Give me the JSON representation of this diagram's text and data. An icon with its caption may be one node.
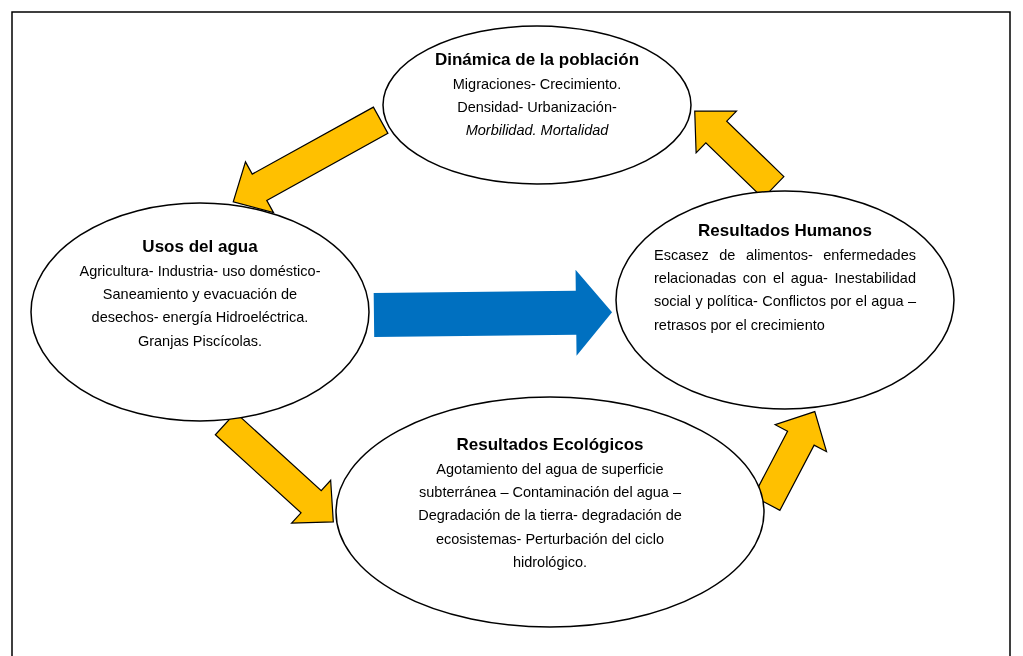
{
  "diagram": {
    "nodes": [
      {
        "text": [
          "Dinámica de la población",
          "Migraciones- Crecimiento. Densidad- Urbanización- *Morbilidad. Mortalidad*"
        ]
      },
      {
        "text": [
          "Usos del agua",
          "Agricultura- Industria- uso doméstico- Saneamiento y evacuación de desechos- energía Hidroeléctrica. Granjas Piscícolas."
        ]
      },
      {
        "text": [
          "Resultados Humanos",
          "Escasez de alimentos- enfermedades relacionadas con el agua- Inestabilidad social y política- Conflictos por el agua –retrasos por el crecimiento"
        ]
      },
      {
        "text": [
          "Resultados Ecológicos",
          "Agotamiento del agua de superficie subterránea – Contaminación del agua – Degradación de la tierra- degradación de ecosistemas- Perturbación del ciclo hidrológico."
        ]
      }
    ],
    "edges": [
      {
        "from": 0,
        "to": 1,
        "arrow": "to"
      },
      {
        "from": 1,
        "to": 3,
        "arrow": "to"
      },
      {
        "from": 3,
        "to": 2,
        "arrow": "to"
      },
      {
        "from": 2,
        "to": 0,
        "arrow": "to"
      },
      {
        "from": 1,
        "to": 2,
        "arrow": "to",
        "color": "#0070c0"
      }
    ]
  }
}
